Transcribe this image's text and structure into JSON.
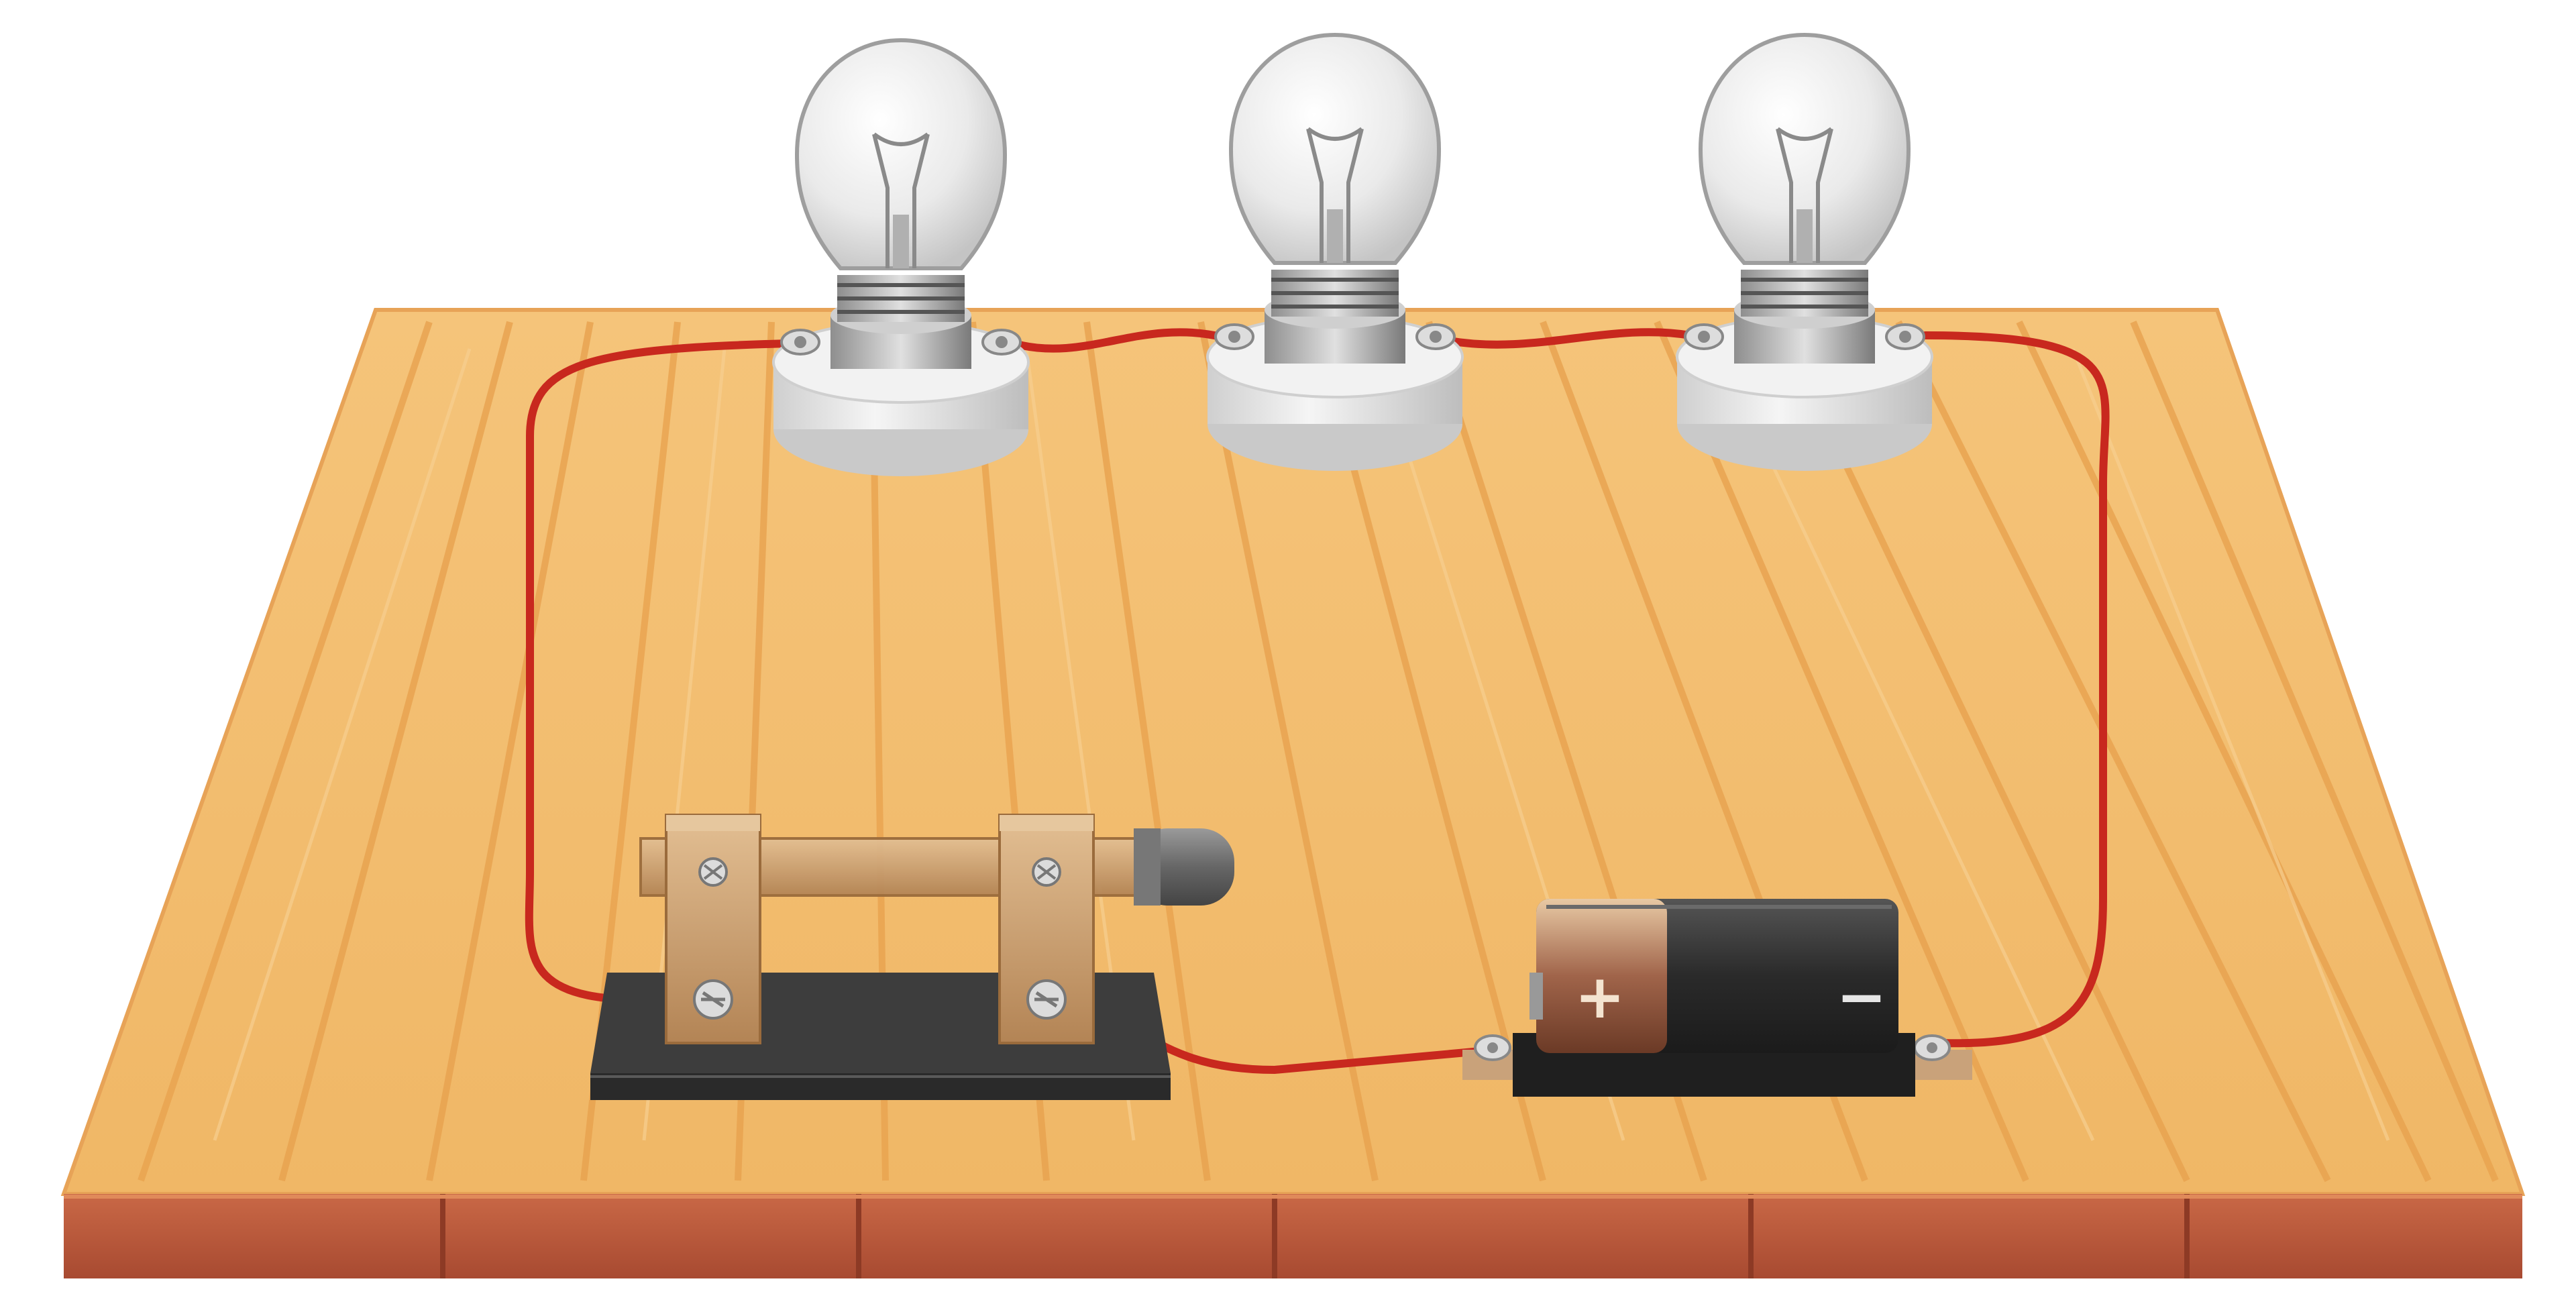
{
  "scene": {
    "components": {
      "bulbs": [
        {
          "id": "bulb-1"
        },
        {
          "id": "bulb-2"
        },
        {
          "id": "bulb-3"
        }
      ],
      "switch": {
        "type": "knife-switch"
      },
      "battery": {
        "positive_symbol": "+",
        "negative_symbol": "−"
      }
    },
    "colors": {
      "wood_top": "#f2bd6a",
      "wood_grain": "#e89f4a",
      "wood_edge": "#b8553a",
      "wire": "#c8281e",
      "switch_base": "#3a3a3a",
      "switch_blade": "#cfa574",
      "battery_body": "#2b2b2b",
      "battery_cap": "#c89a6a",
      "socket": "#e8e8e8"
    }
  }
}
